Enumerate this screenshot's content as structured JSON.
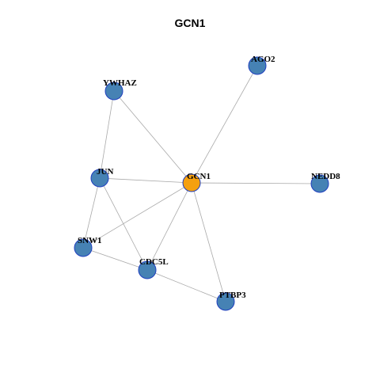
{
  "title": "GCN1",
  "colors": {
    "center_node": "#F5A00F",
    "neighbor_node": "#4682B4",
    "node_border": "#1F3FBF",
    "edge": "#A9A9A9"
  },
  "nodes": [
    {
      "id": "GCN1",
      "label": "GCN1",
      "role": "center"
    },
    {
      "id": "AGO2",
      "label": "AGO2",
      "role": "neighbor"
    },
    {
      "id": "YWHAZ",
      "label": "YWHAZ",
      "role": "neighbor"
    },
    {
      "id": "JUN",
      "label": "JUN",
      "role": "neighbor"
    },
    {
      "id": "NEDD8",
      "label": "NEDD8",
      "role": "neighbor"
    },
    {
      "id": "SNW1",
      "label": "SNW1",
      "role": "neighbor"
    },
    {
      "id": "CDC5L",
      "label": "CDC5L",
      "role": "neighbor"
    },
    {
      "id": "PTBP3",
      "label": "PTBP3",
      "role": "neighbor"
    }
  ],
  "edges": [
    [
      "GCN1",
      "AGO2"
    ],
    [
      "GCN1",
      "YWHAZ"
    ],
    [
      "GCN1",
      "JUN"
    ],
    [
      "GCN1",
      "NEDD8"
    ],
    [
      "GCN1",
      "SNW1"
    ],
    [
      "GCN1",
      "CDC5L"
    ],
    [
      "GCN1",
      "PTBP3"
    ],
    [
      "YWHAZ",
      "JUN"
    ],
    [
      "JUN",
      "SNW1"
    ],
    [
      "JUN",
      "CDC5L"
    ],
    [
      "SNW1",
      "CDC5L"
    ],
    [
      "CDC5L",
      "PTBP3"
    ]
  ]
}
